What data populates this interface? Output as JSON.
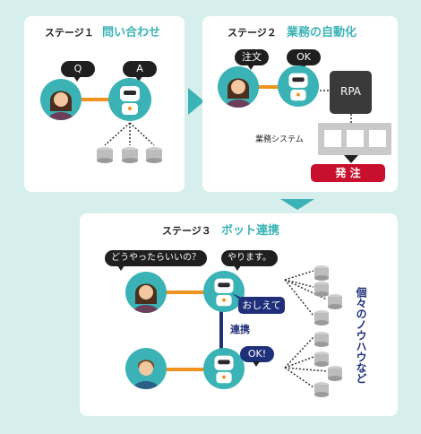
{
  "stage1": {
    "num": "ステージ１",
    "title": "問い合わせ",
    "q": "Q",
    "a": "A"
  },
  "stage2": {
    "num": "ステージ２",
    "title": "業務の自動化",
    "request": "注文",
    "ok": "OK",
    "rpa": "RPA",
    "system": "業務システム",
    "order": "発 注"
  },
  "stage3": {
    "num": "ステージ３",
    "title": "ボット連携",
    "question": "どうやったらいいの？",
    "reply": "やります。",
    "teach": "おしえて",
    "link": "連携",
    "ok": "OK!",
    "knowhow": "個々のノウハウなど"
  },
  "colors": {
    "teal": "#3bb3b6",
    "bg": "#d6efec",
    "orange": "#f0921e",
    "navy": "#1f2f7a",
    "red": "#c8102e",
    "dark": "#1f1f1f"
  }
}
